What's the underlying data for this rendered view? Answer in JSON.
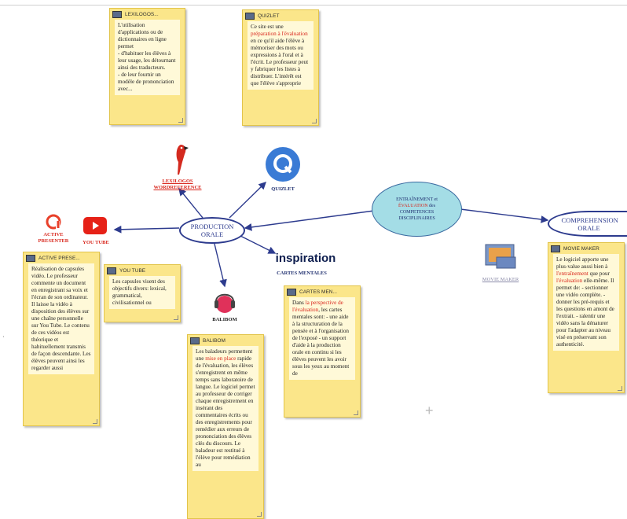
{
  "nodes": {
    "production": "PRODUCTION ORALE",
    "entrainement": [
      "ENTRAÎNEMENT et",
      "ÉVALUATION",
      "des",
      "COMPETENCES",
      "DISCIPLINAIRES"
    ],
    "comprehension": "COMPREHENSION ORALE"
  },
  "icon_labels": {
    "lexilogos": "LEXILOGOS WORDREFERENCE",
    "quizlet": "QUIZLET",
    "active_presenter": "ACTIVE PRESENTER",
    "youtube": "YOU TUBE",
    "balibom": "BALIBOM",
    "inspiration_logo": "inspiration",
    "cartes_mentales": "CARTES MENTALES",
    "movie_maker": "MOVIE MAKER"
  },
  "notes": {
    "lexilogos": {
      "title": "LEXILOGOS...",
      "body": [
        "L'utilisation d'applications ou de dictionnaires en ligne permet",
        "- d'habituer les élèves à leur usage, les détournant ainsi des traducteurs.",
        "- de leur fournir un modèle de prononciation avec..."
      ]
    },
    "quizlet": {
      "title": "QUIZLET",
      "body": [
        "Ce site est une",
        "préparation à l'évaluation",
        "en ce qu'il aide l'élève à mémoriser des mots ou expressions à l'oral et à l'écrit. Le professeur peut y fabriquer les listes à distribuer. L'intérêt est que l'élève s'approprie"
      ]
    },
    "active": {
      "title": "ACTIVE PRESE...",
      "body": [
        "Réalisation de capsules vidéo. Le professeur commente un document en enregistrant sa voix et l'écran de son ordinateur. Il laisse la vidéo à disposition des élèves sur une chaîne personnelle sur You Tube. Le contenu de ces vidéos est théorique et habituellement transmis de façon descendante. Les élèves peuvent ainsi les regarder aussi"
      ]
    },
    "youtube": {
      "title": "YOU TUBE",
      "body": [
        "Les capsules visent des objectifs divers: lexical, grammatical, civilisationnel ou"
      ]
    },
    "balibom": {
      "title": "BALIBOM",
      "pre": "Les baladeurs permettent une ",
      "red": "mise en place",
      "post": " rapide de l'évaluation, les élèves s'enregistrent en même temps sans laboratoire de langue. Le logiciel permet au professeur de corriger chaque enregistrement en insérant des commentaires écrits ou des enregistrements pour remédier aux erreurs de prononciation des élèves clés du discours. Le baladeur est restitué à l'élève pour remédiation au"
    },
    "cartes": {
      "title": "CARTES MEN...",
      "pre": "Dans ",
      "red": "la perspective de l'évaluation",
      "post": ", les cartes mentales sont: - une aide à la structuration de la pensée et à l'organisation de l'exposé - un support d'aide à la production orale en continu si les élèves peuvent les avoir sous les yeux au moment de"
    },
    "movie": {
      "title": "MOVIE MAKER",
      "pre": "Le logiciel apporte une plus-value aussi bien à ",
      "red": "l'entraînement",
      "mid": " que pour ",
      "red2": "l'évaluation",
      "post": " elle-même. Il permet de: - sectionner une vidéo complète. - donner les pré-requis et les questions en amont de l'extrait. - ralentir une vidéo sans la dénaturer pour l'adapter au niveau visé en préservant son authenticité."
    }
  },
  "colors": {
    "note": "#fbe68a",
    "arrow": "#2d3b8e",
    "accent_red": "#d8261c",
    "oval_fill": "#a4dde6"
  },
  "icons": [
    "parrot-icon",
    "quizlet-q-icon",
    "active-presenter-icon",
    "youtube-icon",
    "balibom-icon",
    "movie-maker-icon",
    "note-header-icon"
  ]
}
